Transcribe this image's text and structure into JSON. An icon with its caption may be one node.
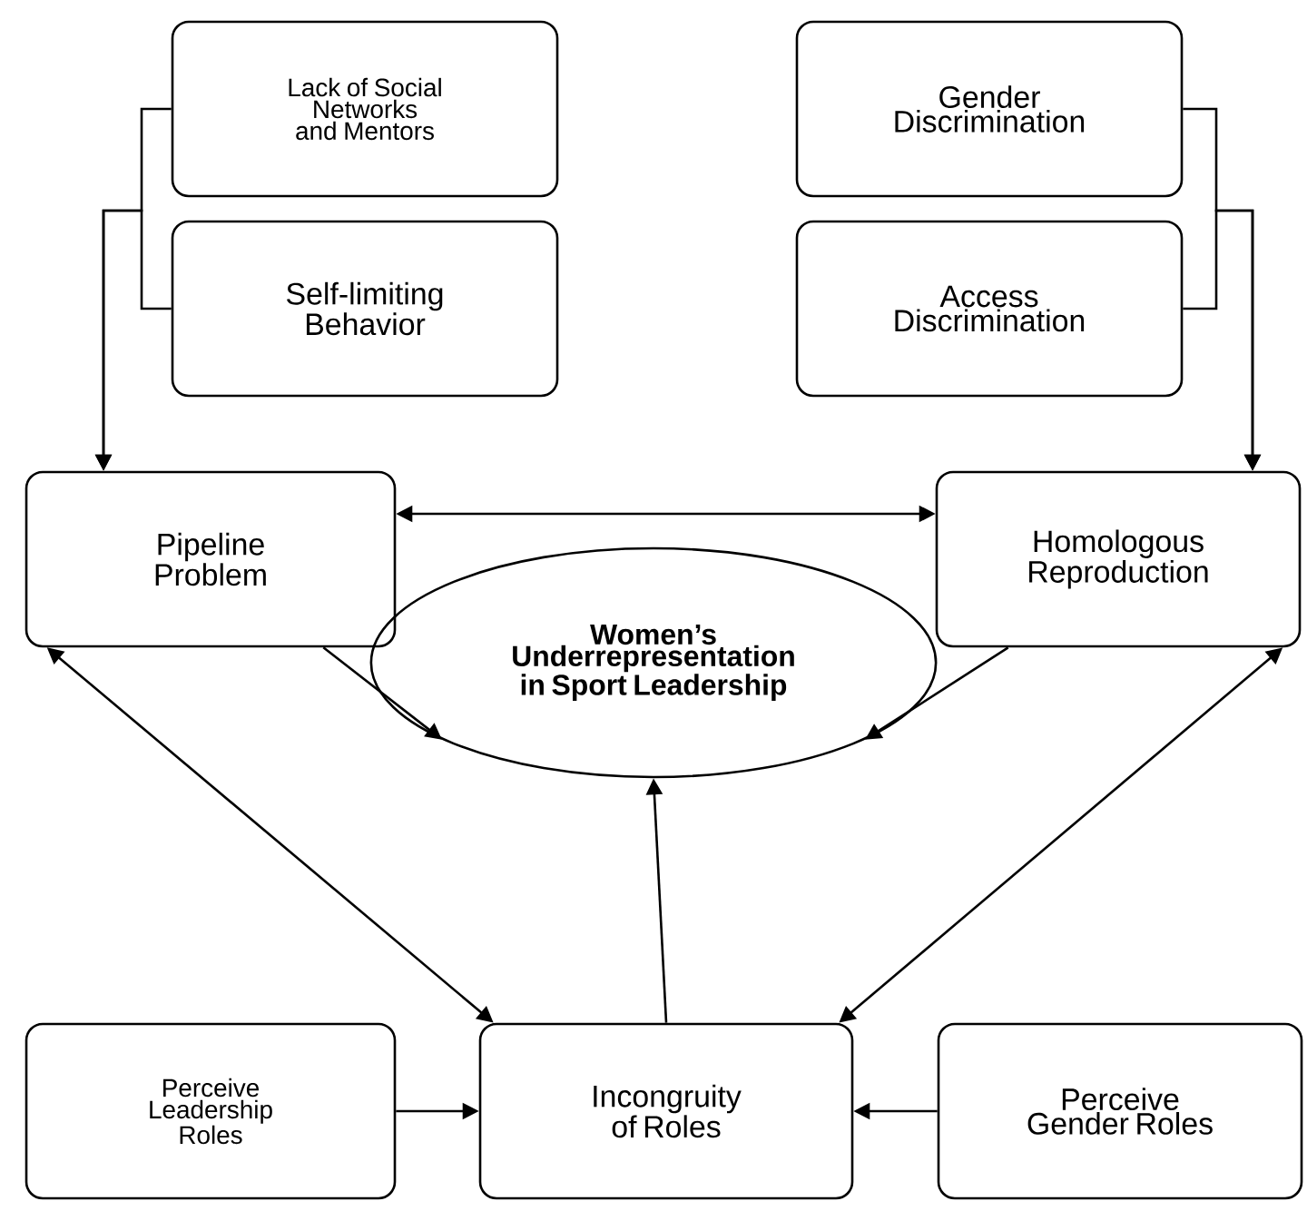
{
  "diagram": {
    "nodes": [
      {
        "text": [
          "Lack of Social Networks and Mentors"
        ]
      },
      {
        "text": [
          "Self-limiting Behavior"
        ]
      },
      {
        "text": [
          "Gender Discrimination"
        ]
      },
      {
        "text": [
          "Access Discrimination"
        ]
      },
      {
        "text": [
          "Pipeline Problem"
        ]
      },
      {
        "text": [
          "Homologous Reproduction"
        ]
      },
      {
        "text": [
          "**Women’s Underrepresentation in Sport Leadership**"
        ]
      },
      {
        "text": [
          "Perceive Leadership Roles"
        ]
      },
      {
        "text": [
          "Incongruity of Roles"
        ]
      },
      {
        "text": [
          "Perceive Gender Roles"
        ]
      }
    ],
    "edges": [
      {
        "from": 0,
        "to": 4,
        "arrow": "to"
      },
      {
        "from": 1,
        "to": 4,
        "arrow": "to"
      },
      {
        "from": 2,
        "to": 5,
        "arrow": "to"
      },
      {
        "from": 3,
        "to": 5,
        "arrow": "to"
      },
      {
        "from": 4,
        "to": 5,
        "arrow": "both"
      },
      {
        "from": 4,
        "to": 6,
        "arrow": "to"
      },
      {
        "from": 5,
        "to": 6,
        "arrow": "to"
      },
      {
        "from": 4,
        "to": 8,
        "arrow": "both"
      },
      {
        "from": 5,
        "to": 8,
        "arrow": "both"
      },
      {
        "from": 8,
        "to": 6,
        "arrow": "to"
      },
      {
        "from": 7,
        "to": 8,
        "arrow": "to"
      },
      {
        "from": 9,
        "to": 8,
        "arrow": "to"
      }
    ]
  }
}
